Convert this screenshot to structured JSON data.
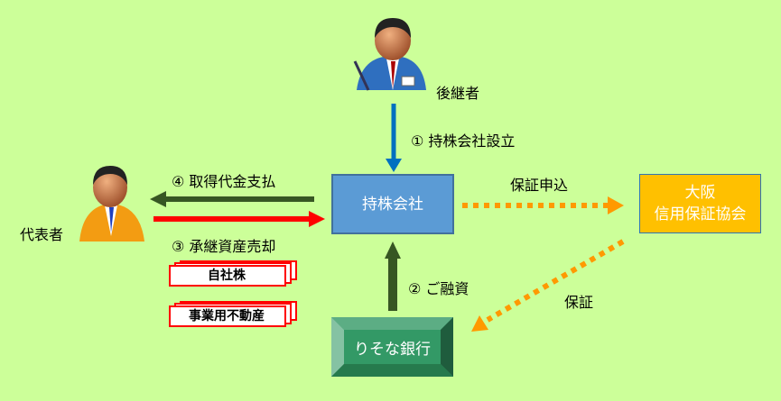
{
  "nodes": {
    "successor": "後継者",
    "representative": "代表者",
    "holding_company": "持株会社",
    "association": [
      "大阪",
      "信用保証協会"
    ],
    "bank": "りそな銀行"
  },
  "edges": {
    "establish": "① 持株会社設立",
    "loan": "② ご融資",
    "sale": "③ 承継資産売却",
    "payment": "④ 取得代金支払",
    "guarantee_request": "保証申込",
    "guarantee": "保証"
  },
  "assets": [
    "自社株",
    "事業用不動産"
  ],
  "colors": {
    "background": "#ccff99",
    "holding": "#5b9bd5",
    "association": "#ffc000",
    "bank": "#339966",
    "sale_arrow": "#ff0000",
    "payment_arrow": "#375623",
    "establish_arrow": "#0070c0",
    "guarantee_arrow": "#ff9900"
  }
}
